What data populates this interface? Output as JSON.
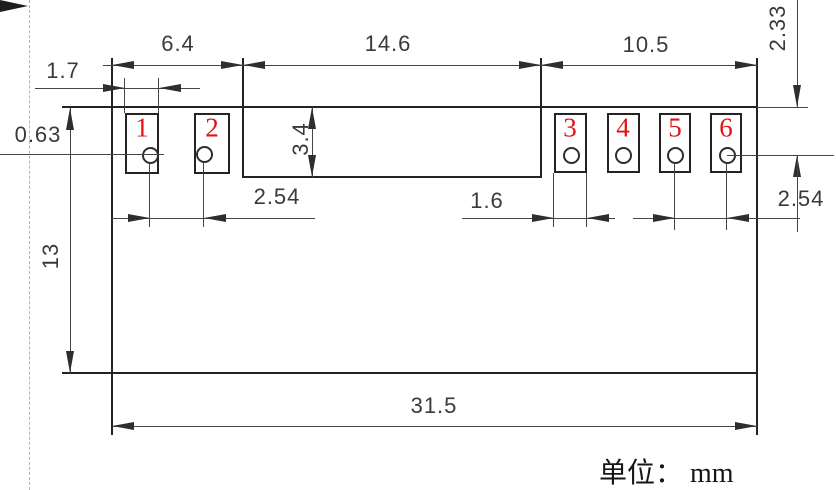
{
  "drawing": {
    "unit_note": "单位： mm",
    "pads": [
      {
        "label": "1"
      },
      {
        "label": "2"
      },
      {
        "label": "3"
      },
      {
        "label": "4"
      },
      {
        "label": "5"
      },
      {
        "label": "6"
      }
    ],
    "dims": {
      "top_left_span": "6.4",
      "top_mid_span": "14.6",
      "top_right_span": "10.5",
      "pad_width_left": "1.7",
      "hole_diameter": "0.63",
      "notch_depth": "3.4",
      "pitch_left": "2.54",
      "pad_width_right": "1.6",
      "pitch_right": "2.54",
      "hole_offset_top": "2.33",
      "body_height": "13",
      "body_width": "31.5"
    },
    "colors": {
      "outline": "#232323",
      "dimension_line": "#454545",
      "pad_number": "#e31212",
      "centerline_dash": "#b3b3b3",
      "background": "#ffffff"
    }
  }
}
